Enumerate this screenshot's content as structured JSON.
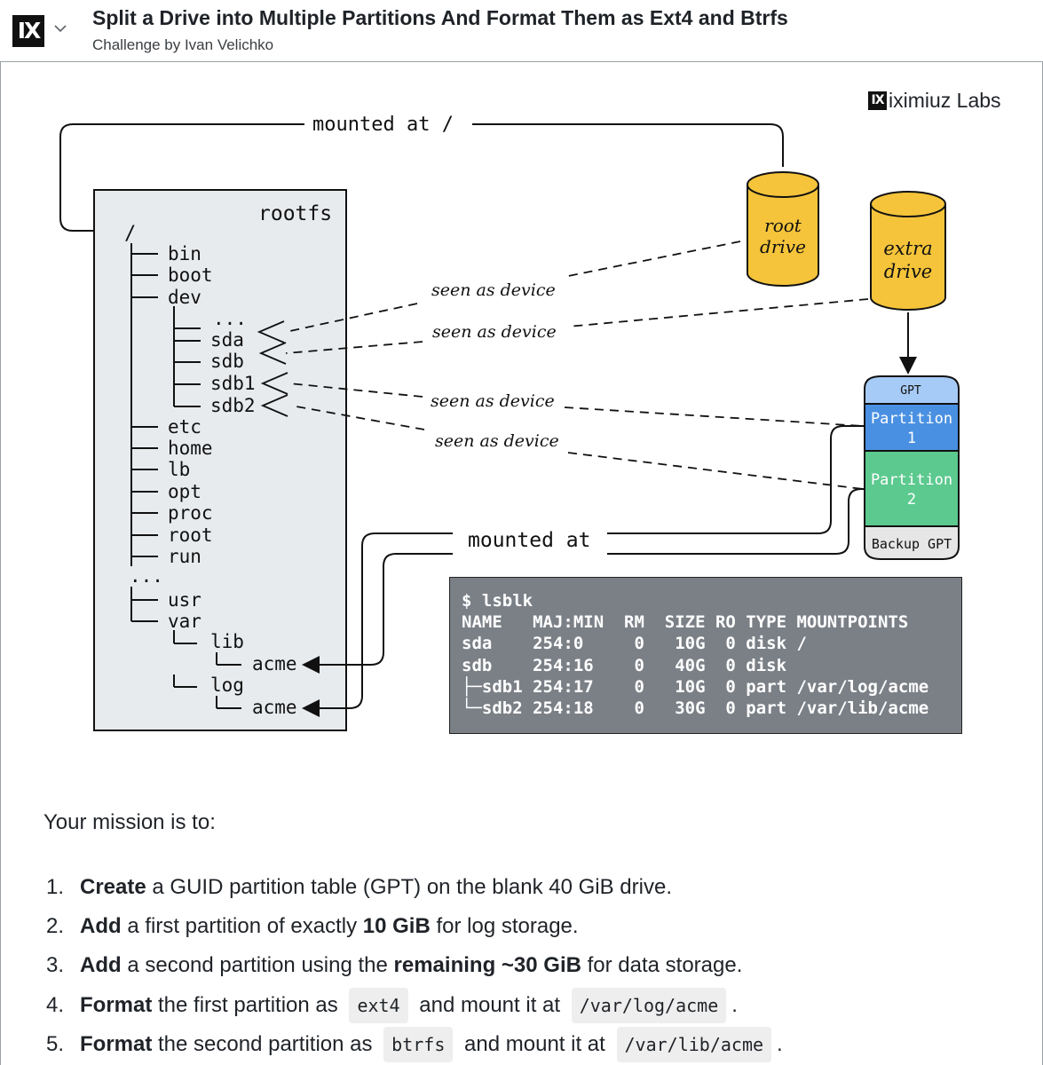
{
  "header": {
    "logo_text": "IX",
    "title": "Split a Drive into Multiple Partitions And Format Them as Ext4 and Btrfs",
    "subtitle": "Challenge by Ivan Velichko"
  },
  "diagram": {
    "brand": "iximiuz Labs",
    "brand_logo": "IX",
    "mounted_root_label": "mounted at /",
    "mounted_at_label": "mounted at",
    "rootfs_label": "rootfs",
    "root_slash": "/",
    "tree": {
      "bin": "bin",
      "boot": "boot",
      "dev": "dev",
      "dev_ellipsis": "...",
      "sda": "sda",
      "sdb": "sdb",
      "sdb1": "sdb1",
      "sdb2": "sdb2",
      "etc": "etc",
      "home": "home",
      "lb": "lb",
      "opt": "opt",
      "proc": "proc",
      "root": "root",
      "run": "run",
      "ellipsis": "...",
      "usr": "usr",
      "var": "var",
      "lib": "lib",
      "lib_acme": "acme",
      "log": "log",
      "log_acme": "acme"
    },
    "seen_as_device": "seen as device",
    "root_drive": [
      "root",
      "drive"
    ],
    "extra_drive": [
      "extra",
      "drive"
    ],
    "gpt": "GPT",
    "partition1": [
      "Partition",
      "1"
    ],
    "partition2": [
      "Partition",
      "2"
    ],
    "backup_gpt": "Backup GPT",
    "colors": {
      "drive": "#f5c43a",
      "gpt": "#a7cbf7",
      "partition1": "#4a90e2",
      "partition2": "#5cc98f",
      "backup": "#e6e6e6",
      "rootfs_bg": "#e8ebee"
    }
  },
  "terminal": {
    "lines": [
      "$ lsblk",
      "NAME   MAJ:MIN  RM  SIZE RO TYPE MOUNTPOINTS",
      "sda    254:0     0   10G  0 disk /",
      "sdb    254:16    0   40G  0 disk",
      "├─sdb1 254:17    0   10G  0 part /var/log/acme",
      "└─sdb2 254:18    0   30G  0 part /var/lib/acme"
    ]
  },
  "mission": {
    "intro": "Your mission is to:",
    "items": [
      {
        "num": "1.",
        "bold": "Create",
        "text": " a GUID partition table (GPT) on the blank 40 GiB drive."
      },
      {
        "num": "2.",
        "bold": "Add",
        "text_a": " a first partition of exactly ",
        "bold2": "10 GiB",
        "text_b": " for log storage."
      },
      {
        "num": "3.",
        "bold": "Add",
        "text_a": " a second partition using the ",
        "bold2": "remaining ~30 GiB",
        "text_b": " for data storage."
      },
      {
        "num": "4.",
        "bold": "Format",
        "text_a": " the first partition as ",
        "code1": "ext4",
        "text_b": " and mount it at ",
        "code2": "/var/log/acme",
        "text_c": "."
      },
      {
        "num": "5.",
        "bold": "Format",
        "text_a": " the second partition as ",
        "code1": "btrfs",
        "text_b": " and mount it at ",
        "code2": "/var/lib/acme",
        "text_c": "."
      }
    ]
  }
}
